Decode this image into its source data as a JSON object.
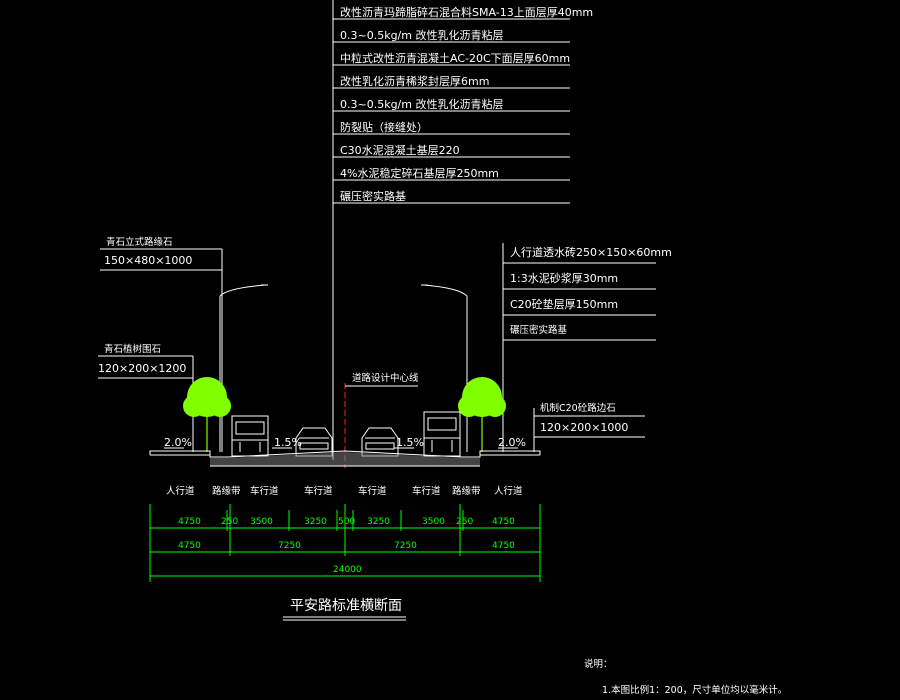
{
  "pavement_layers": [
    "改性沥青玛蹄脂碎石混合料SMA-13上面层厚40mm",
    "0.3~0.5kg/m 改性乳化沥青粘层",
    "中粒式改性沥青混凝土AC-20C下面层厚60mm",
    "改性乳化沥青稀浆封层厚6mm",
    "0.3~0.5kg/m 改性乳化沥青粘层",
    "防裂贴（接缝处）",
    "C30水泥混凝土基层220",
    "4%水泥稳定碎石基层厚250mm",
    "碾压密实路基"
  ],
  "left_labels": {
    "curb_title": "青石立式路缘石",
    "curb_size": "150×480×1000",
    "planter_title": "青石植树围石",
    "planter_size": "120×200×1200",
    "slope_left": "2.0%",
    "slope_mid_left": "1.5%"
  },
  "right_labels": {
    "sidewalk_layers": [
      "人行道透水砖250×150×60mm",
      "1:3水泥砂浆厚30mm",
      "C20砼垫层厚150mm",
      "碾压密实路基"
    ],
    "edge_title": "机制C20砼路边石",
    "edge_size": "120×200×1000",
    "slope_right": "2.0%",
    "slope_mid_right": "1.5%"
  },
  "centerline_label": "道路设计中心线",
  "lane_names": [
    "人行道",
    "路缘带",
    "车行道",
    "车行道",
    "车行道",
    "车行道",
    "路缘带",
    "人行道"
  ],
  "dim_row1": [
    "4750",
    "250",
    "3500",
    "3250",
    "500",
    "3250",
    "3500",
    "250",
    "4750"
  ],
  "dim_row2": [
    "4750",
    "7250",
    "7250",
    "4750"
  ],
  "dim_total": "24000",
  "title": "平安路标准横断面",
  "notes_title": "说明：",
  "notes": [
    "1.本图比例1：200，尺寸单位均以毫米计。"
  ],
  "colors": {
    "background": "#000000",
    "lines": "#ffffff",
    "dimensions": "#00ff00",
    "centerline": "#ff2020",
    "trees": "#7fff00"
  }
}
